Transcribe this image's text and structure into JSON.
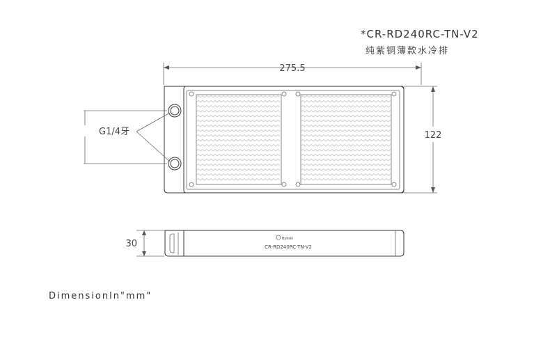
{
  "model": "*CR-RD240RC-TN-V2",
  "product_name": "纯紫铜薄款水冷排",
  "dimensions": {
    "length": "275.5",
    "height": "122",
    "thickness": "30"
  },
  "port_label": "G1/4牙",
  "side_view_label": "CR-RD240RC-TN-V2",
  "side_view_logo": "Bykski",
  "unit_note": "Dimensionln\"mm\""
}
